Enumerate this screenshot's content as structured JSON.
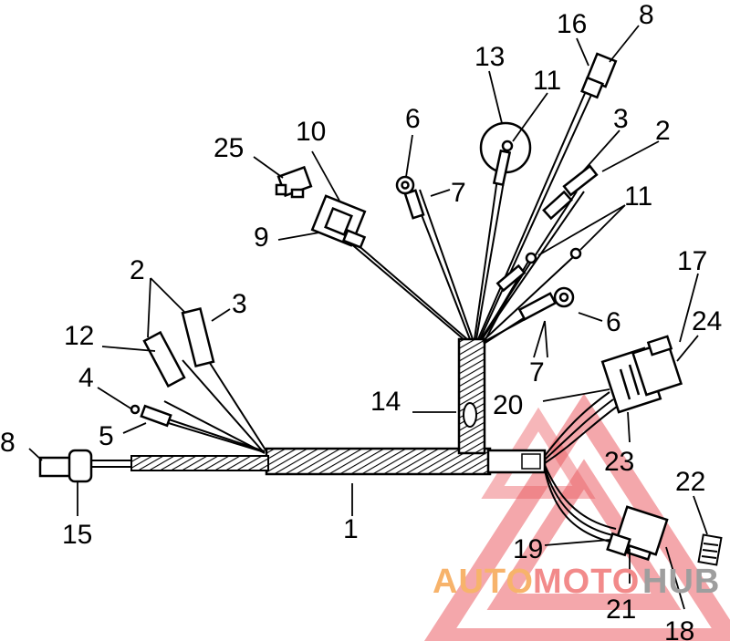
{
  "diagram": {
    "callouts": [
      {
        "id": "c1",
        "text": "1"
      },
      {
        "id": "c2a",
        "text": "2"
      },
      {
        "id": "c2b",
        "text": "2"
      },
      {
        "id": "c3a",
        "text": "3"
      },
      {
        "id": "c3b",
        "text": "3"
      },
      {
        "id": "c4",
        "text": "4"
      },
      {
        "id": "c5",
        "text": "5"
      },
      {
        "id": "c6a",
        "text": "6"
      },
      {
        "id": "c6b",
        "text": "6"
      },
      {
        "id": "c7a",
        "text": "7"
      },
      {
        "id": "c7b",
        "text": "7"
      },
      {
        "id": "c8a",
        "text": "8"
      },
      {
        "id": "c8b",
        "text": "8"
      },
      {
        "id": "c9",
        "text": "9"
      },
      {
        "id": "c10",
        "text": "10"
      },
      {
        "id": "c11a",
        "text": "11"
      },
      {
        "id": "c11b",
        "text": "11"
      },
      {
        "id": "c12",
        "text": "12"
      },
      {
        "id": "c13",
        "text": "13"
      },
      {
        "id": "c14",
        "text": "14"
      },
      {
        "id": "c15",
        "text": "15"
      },
      {
        "id": "c16",
        "text": "16"
      },
      {
        "id": "c17",
        "text": "17"
      },
      {
        "id": "c18",
        "text": "18"
      },
      {
        "id": "c19",
        "text": "19"
      },
      {
        "id": "c20",
        "text": "20"
      },
      {
        "id": "c21",
        "text": "21"
      },
      {
        "id": "c22",
        "text": "22"
      },
      {
        "id": "c23",
        "text": "23"
      },
      {
        "id": "c24",
        "text": "24"
      },
      {
        "id": "c25",
        "text": "25"
      }
    ]
  },
  "watermark": {
    "text_auto": "AUTO",
    "text_moto": "MOTO",
    "text_hub": "HUB",
    "color_auto": "#f7b36b",
    "color_moto": "#f28a8a",
    "color_hub": "#9e9e9e",
    "triangle_color": "#e8434a"
  }
}
